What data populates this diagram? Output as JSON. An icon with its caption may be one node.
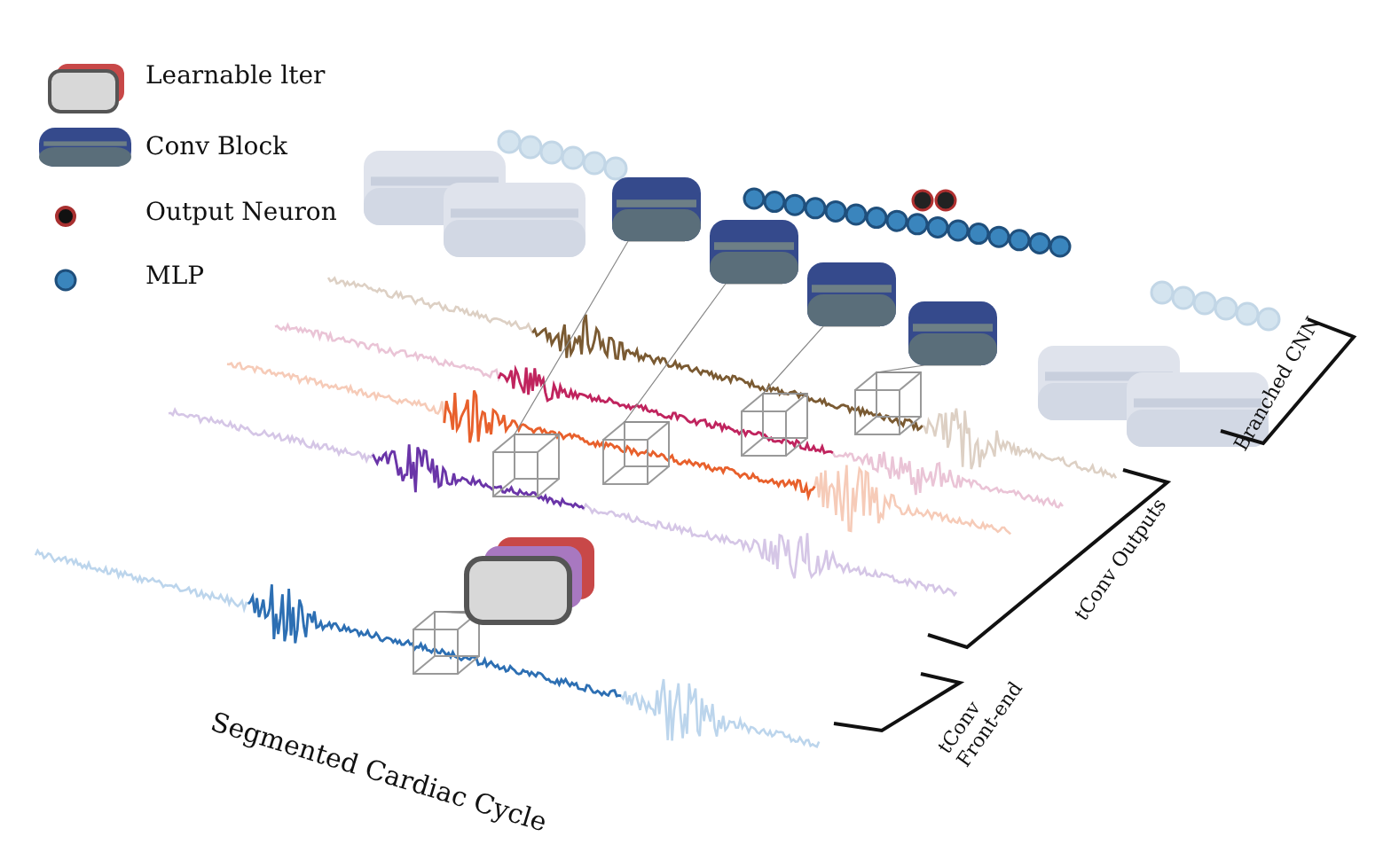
{
  "diagram": {
    "nodes": [
      {
        "text": [],
        "shape": "box"
      },
      {
        "text": [],
        "shape": "box"
      },
      {
        "text": [],
        "shape": "box"
      },
      {
        "text": [],
        "shape": "box"
      },
      {
        "text": [],
        "shape": "box"
      },
      {
        "text": [],
        "shape": "box"
      },
      {
        "text": [],
        "shape": "box"
      },
      {
        "text": [],
        "shape": "box"
      },
      {
        "text": [],
        "shape": "box"
      },
      {
        "text": [],
        "shape": "box"
      }
    ],
    "edges": [
      {
        "from": 0,
        "to": 4,
        "arrow": "none"
      },
      {
        "from": 1,
        "to": 5,
        "arrow": "none"
      },
      {
        "from": 2,
        "to": 6,
        "arrow": "none"
      },
      {
        "from": 3,
        "to": 7,
        "arrow": "none"
      },
      {
        "from": 8,
        "to": 9,
        "arrow": "none"
      }
    ],
    "labels": [
      "Branched CNN",
      "tConv Outputs",
      "tConv Front-end",
      "Segmented Cardiac Cycle"
    ],
    "legend": [
      {
        "text": "Learnable lter"
      },
      {
        "text": "Conv Block"
      },
      {
        "text": "Output Neuron"
      },
      {
        "text": "MLP"
      }
    ]
  }
}
